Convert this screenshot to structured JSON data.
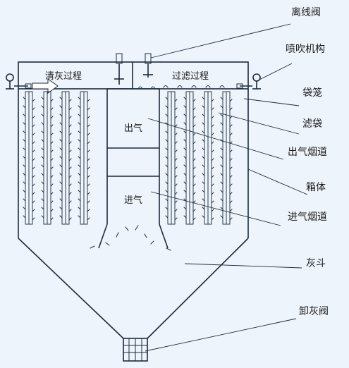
{
  "labels": {
    "offline_valve": "离线阀",
    "jet_mechanism": "喷吹机构",
    "bag_cage": "袋笼",
    "filter_bag": "滤袋",
    "outlet_duct": "出气烟道",
    "housing": "箱体",
    "inlet_duct": "进气烟道",
    "ash_hopper": "灰斗",
    "discharge_valve": "卸灰阀"
  },
  "inner_labels": {
    "cleaning_process": "清灰过程",
    "filtering_process": "过滤过程",
    "gas_out": "出气",
    "gas_in": "进气"
  },
  "colors": {
    "line": "#1c2a3a",
    "background": "#eef4fb",
    "arrow_fill": "#ffffff"
  }
}
